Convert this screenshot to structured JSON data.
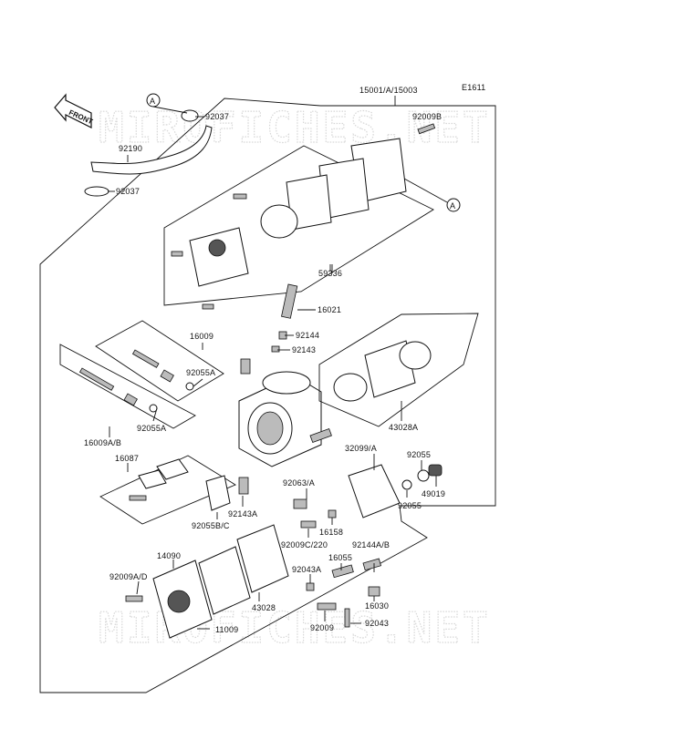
{
  "diagram_code": "E1611",
  "front_label": "FRONT",
  "ref_marker": "A",
  "watermark": "MIROFICHES.NET",
  "labels": {
    "l_15001": "15001/A/15003",
    "l_92037a": "92037",
    "l_92037b": "92037",
    "l_92190": "92190",
    "l_92009b": "92009B",
    "l_59336": "59336",
    "l_16021": "16021",
    "l_16009": "16009",
    "l_92144": "92144",
    "l_92143": "92143",
    "l_92055a_1": "92055A",
    "l_92055a_2": "92055A",
    "l_16009ab": "16009A/B",
    "l_43028a": "43028A",
    "l_32099": "32099/A",
    "l_92055_1": "92055",
    "l_92055_2": "92055",
    "l_49019": "49019",
    "l_16087": "16087",
    "l_92063": "92063/A",
    "l_92055bc": "92055B/C",
    "l_92143a": "92143A",
    "l_16158": "16158",
    "l_92009c": "92009C/220",
    "l_16055": "16055",
    "l_92144ab": "92144A/B",
    "l_92043a": "92043A",
    "l_14090": "14090",
    "l_92009ad": "92009A/D",
    "l_43028": "43028",
    "l_16030": "16030",
    "l_11009": "11009",
    "l_92009": "92009",
    "l_92043": "92043"
  }
}
